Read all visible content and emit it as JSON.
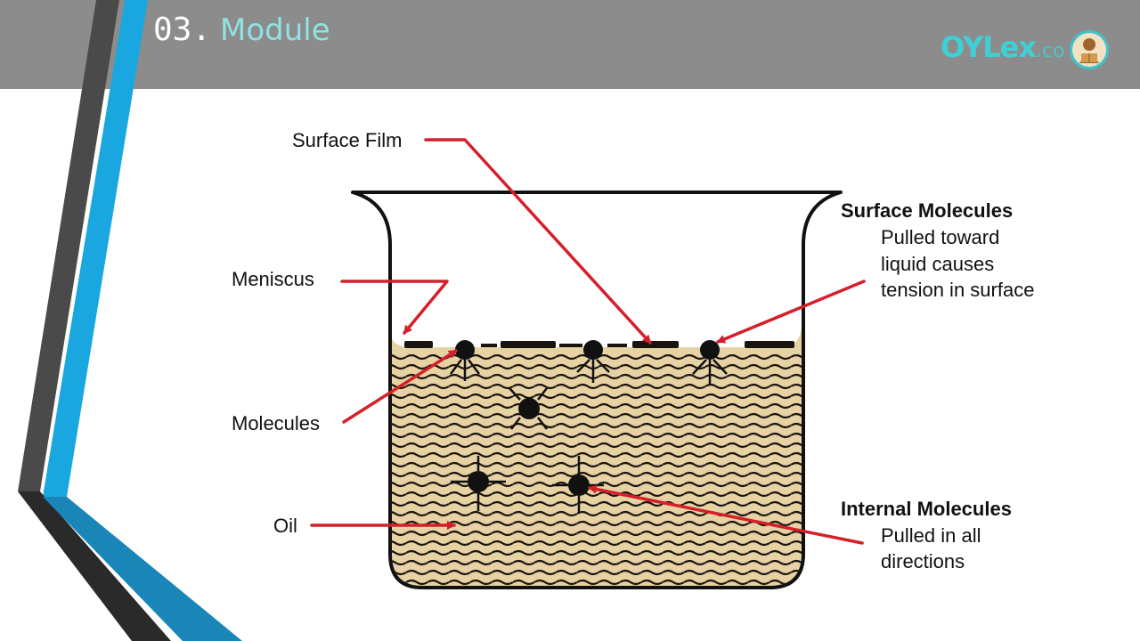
{
  "slide": {
    "number": "03.",
    "title": "Module"
  },
  "logo": {
    "brand": "OYLex",
    "tld": ".co",
    "icon": "reader-avatar-icon"
  },
  "diagram": {
    "labels": {
      "surface_film": "Surface Film",
      "meniscus": "Meniscus",
      "molecules": "Molecules",
      "oil": "Oil"
    },
    "surface_molecules": {
      "heading": "Surface Molecules",
      "line1": "Pulled toward",
      "line2": "liquid causes",
      "line3": "tension in surface"
    },
    "internal_molecules": {
      "heading": "Internal Molecules",
      "line1": "Pulled in all",
      "line2": "directions"
    },
    "colors": {
      "oil": "#e6d2a3",
      "arrow": "#d4202a",
      "header": "#8c8c8c",
      "accent_blue": "#1aa7e0",
      "accent_dark": "#4a4a4a"
    }
  }
}
